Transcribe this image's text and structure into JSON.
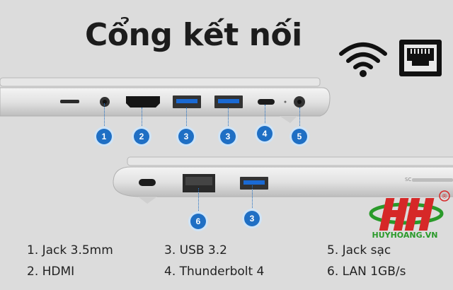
{
  "title": "Cổng kết nối",
  "top_icons": [
    "wifi-icon",
    "ethernet-port-icon"
  ],
  "badges": {
    "b1": "1",
    "b2": "2",
    "b3a": "3",
    "b3b": "3",
    "b4": "4",
    "b5": "5",
    "b6": "6",
    "b3c": "3"
  },
  "legend": [
    {
      "text": "1. Jack 3.5mm"
    },
    {
      "text": "2. HDMI"
    },
    {
      "text": "3. USB 3.2"
    },
    {
      "text": "4. Thunderbolt 4"
    },
    {
      "text": "5. Jack sạc"
    },
    {
      "text": "6. LAN 1GB/s"
    }
  ],
  "logo": {
    "text": "HUYHOANG.VN",
    "registered": "®"
  },
  "colors": {
    "badge": "#1f6fc4",
    "logo_green": "#2a9a2a",
    "logo_red": "#d62828"
  }
}
